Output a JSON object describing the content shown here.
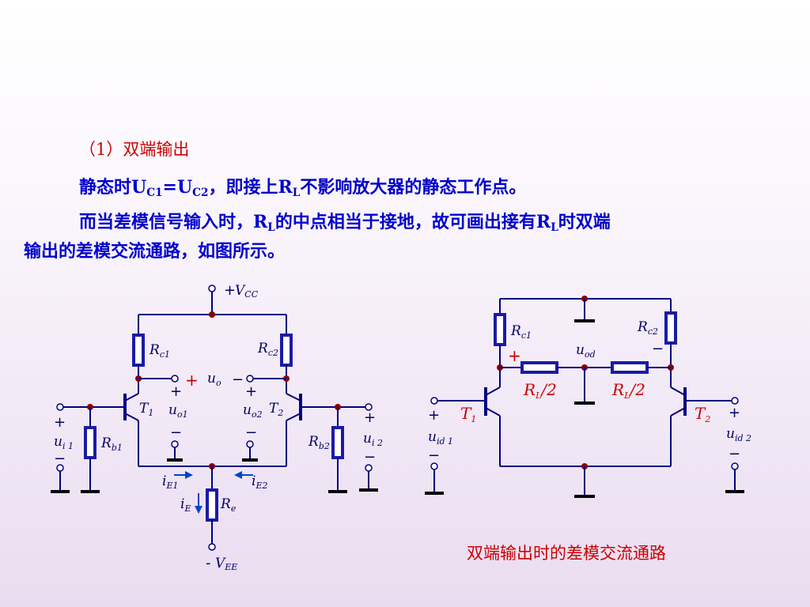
{
  "heading": "（1）双端输出",
  "line1": {
    "a": "静态时U",
    "sub1": "C1",
    "b": "=U",
    "sub2": "C2",
    "c": "，即接上R",
    "sub3": "L",
    "d": "不影响放大器的静态工作点。"
  },
  "para2": {
    "a": "而当差模信号输入时，R",
    "sub1": "L",
    "b": "的中点相当于接地，故可画出接有R",
    "sub2": "L",
    "c": "时双端",
    "line2": "输出的差模交流通路，如图所示。"
  },
  "caption": "双端输出时的差模交流通路",
  "left_circuit": {
    "vcc_sign": "+",
    "vcc": "V",
    "vcc_sub": "CC",
    "vee_sign": "-",
    "vee": "V",
    "vee_sub": "EE",
    "rc1": "R",
    "rc1_sub": "c1",
    "rc2": "R",
    "rc2_sub": "c2",
    "uo": "u",
    "uo_sub": "o",
    "uo1": "u",
    "uo1_sub": "o1",
    "uo2": "u",
    "uo2_sub": "o2",
    "t1": "T",
    "t1_sub": "1",
    "t2": "T",
    "t2_sub": "2",
    "rb1": "R",
    "rb1_sub": "b1",
    "rb2": "R",
    "rb2_sub": "b2",
    "ui1": "u",
    "ui1_sub": "i 1",
    "ui2": "u",
    "ui2_sub": "i 2",
    "ie1": "i",
    "ie1_sub": "E1",
    "ie2": "i",
    "ie2_sub": "E2",
    "ie": "i",
    "ie_sub": "E",
    "re": "R",
    "re_sub": "e",
    "plus": "+",
    "minus": "−"
  },
  "right_circuit": {
    "rc1": "R",
    "rc1_sub": "c1",
    "rc2": "R",
    "rc2_sub": "c2",
    "uod": "u",
    "uod_sub": "od",
    "rl_left": "R",
    "rl_left_sub": "L",
    "rl_left_tail": "/2",
    "rl_right": "R",
    "rl_right_sub": "L",
    "rl_right_tail": "/2",
    "t1": "T",
    "t1_sub": "1",
    "t2": "T",
    "t2_sub": "2",
    "uid1": "u",
    "uid1_sub": "id 1",
    "uid2": "u",
    "uid2_sub": "id 2",
    "plus": "+",
    "minus": "−"
  }
}
